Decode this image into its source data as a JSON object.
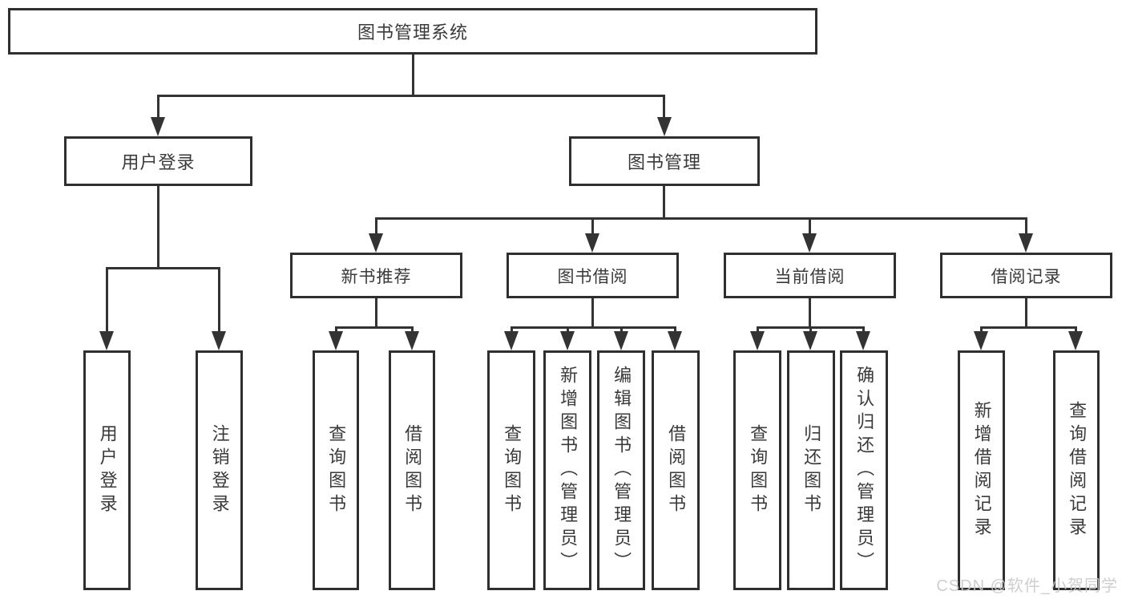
{
  "diagram": {
    "root": {
      "label": "图书管理系统"
    },
    "branches": [
      {
        "label": "用户登录",
        "children": [
          {
            "label": "用户登录"
          },
          {
            "label": "注销登录"
          }
        ]
      },
      {
        "label": "图书管理",
        "children": [
          {
            "label": "新书推荐",
            "children": [
              {
                "label": "查询图书"
              },
              {
                "label": "借阅图书"
              }
            ]
          },
          {
            "label": "图书借阅",
            "children": [
              {
                "label": "查询图书"
              },
              {
                "label": "新增图书（管理员）"
              },
              {
                "label": "编辑图书（管理员）"
              },
              {
                "label": "借阅图书"
              }
            ]
          },
          {
            "label": "当前借阅",
            "children": [
              {
                "label": "查询图书"
              },
              {
                "label": "归还图书"
              },
              {
                "label": "确认归还（管理员）"
              }
            ]
          },
          {
            "label": "借阅记录",
            "children": [
              {
                "label": "新增借阅记录"
              },
              {
                "label": "查询借阅记录"
              }
            ]
          }
        ]
      }
    ]
  },
  "watermark": {
    "text": "CSDN @软件_小贺同学"
  },
  "colors": {
    "background": "#ffffff",
    "box_border": "#2f2f2f",
    "line": "#333333",
    "text": "#3a3a3a",
    "watermark": "#c9c9c9"
  }
}
